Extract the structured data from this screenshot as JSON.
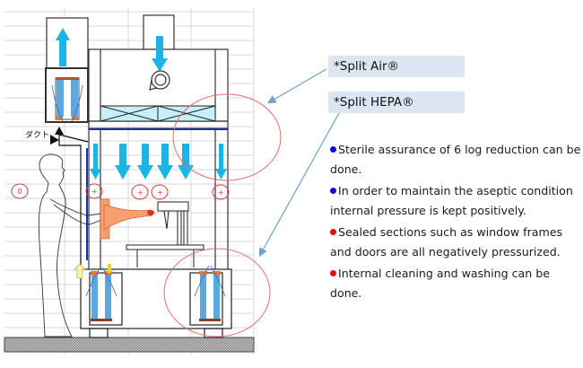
{
  "labels": {
    "split_air": "*Split Air®",
    "split_hepa": "*Split HEPA®"
  },
  "diagram": {
    "duct_label": "ダクト",
    "pressure_markers": [
      "0",
      "+",
      "+",
      "+",
      "+"
    ]
  },
  "bullets": [
    {
      "text": "Sterile assurance of 6 log reduction can be done.",
      "color": "#1010d0"
    },
    {
      "text": "In order to maintain the aseptic condition  internal pressure is kept positively.",
      "color": "#1010d0"
    },
    {
      "text": "Sealed sections such as window frames and doors are all negatively pressurized.",
      "color": "#e01010"
    },
    {
      "text": "Internal cleaning and washing can be done.",
      "color": "#e01010"
    }
  ],
  "colors": {
    "airflow_arrow": "#1ab4e6",
    "highlight_circle": "#e07070",
    "callout_arrow": "#6fa0d0",
    "label_bg": "#dce6f2",
    "filter_cap": "#e8792a"
  }
}
